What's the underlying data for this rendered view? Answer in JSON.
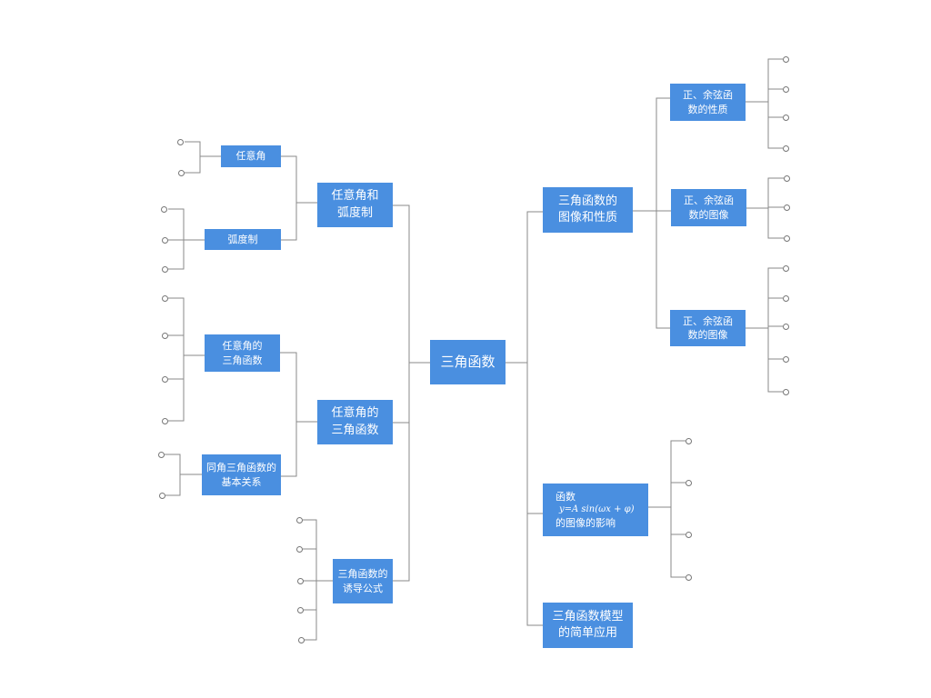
{
  "colors": {
    "node_fill": "#4a8fe0",
    "node_text": "#ffffff",
    "line": "#8a8a8a"
  },
  "root": {
    "label": "三角函数"
  },
  "left": {
    "n1": {
      "line1": "任意角和",
      "line2": "弧度制",
      "c1": {
        "label": "任意角"
      },
      "c2": {
        "label": "弧度制"
      }
    },
    "n2": {
      "line1": "任意角的",
      "line2": "三角函数",
      "c1": {
        "line1": "任意角的",
        "line2": "三角函数"
      },
      "c2": {
        "line1": "同角三角函数的",
        "line2": "基本关系"
      }
    },
    "n3": {
      "line1": "三角函数的",
      "line2": "诱导公式"
    }
  },
  "right": {
    "n1": {
      "line1": "三角函数的",
      "line2": "图像和性质",
      "c1": {
        "line1": "正、余弦函",
        "line2": "数的性质"
      },
      "c2": {
        "line1": "正、余弦函",
        "line2": "数的图像"
      },
      "c3": {
        "line1": "正、余弦函",
        "line2": "数的图像"
      }
    },
    "n2": {
      "line1": "函数",
      "line2": "y=A sin(ωx + φ)",
      "line3": "的图像的影响"
    },
    "n3": {
      "line1": "三角函数模型",
      "line2": "的简单应用"
    }
  }
}
